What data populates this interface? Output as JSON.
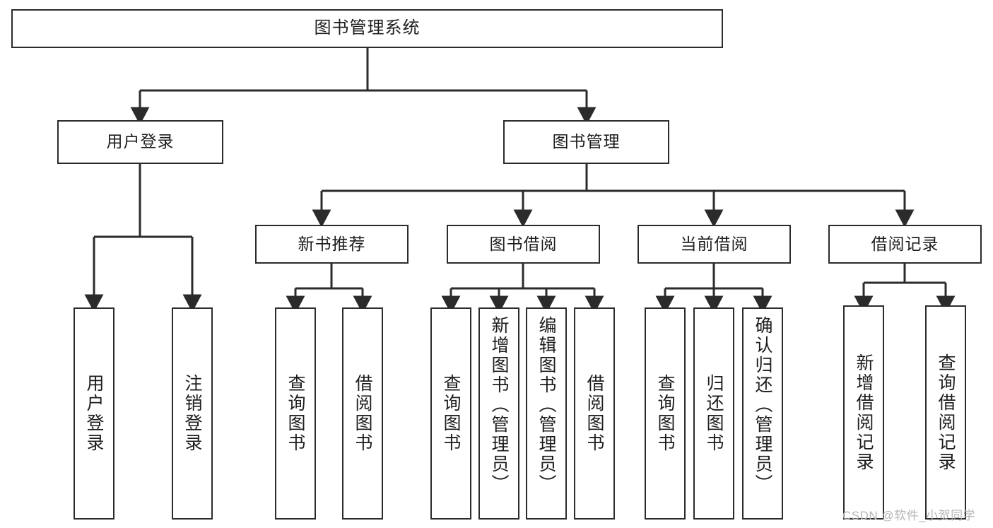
{
  "diagram": {
    "title": "图书管理系统",
    "type": "tree-hierarchy",
    "colors": {
      "stroke": "#2b2b2b",
      "fill": "#ffffff",
      "text": "#1d1d1d",
      "watermark": "#b6b6b6"
    },
    "nodes": {
      "root": {
        "label": "图书管理系统",
        "level": 1
      },
      "l2": [
        {
          "id": "user-login",
          "label": "用户登录"
        },
        {
          "id": "book-manage",
          "label": "图书管理"
        }
      ],
      "l3": [
        {
          "id": "new-book-recommend",
          "label": "新书推荐"
        },
        {
          "id": "book-borrow",
          "label": "图书借阅"
        },
        {
          "id": "current-borrow",
          "label": "当前借阅"
        },
        {
          "id": "borrow-record",
          "label": "借阅记录"
        }
      ],
      "leaves": {
        "user_login": [
          {
            "id": "leaf-user-login",
            "label": "用户登录"
          },
          {
            "id": "leaf-logout",
            "label": "注销登录"
          }
        ],
        "new_book_recommend": [
          {
            "id": "leaf-query-book-1",
            "label": "查询图书"
          },
          {
            "id": "leaf-borrow-book-1",
            "label": "借阅图书"
          }
        ],
        "book_borrow": [
          {
            "id": "leaf-query-book-2",
            "label": "查询图书"
          },
          {
            "id": "leaf-add-book",
            "label": "新增图书（管理员）"
          },
          {
            "id": "leaf-edit-book",
            "label": "编辑图书（管理员）"
          },
          {
            "id": "leaf-borrow-book-2",
            "label": "借阅图书"
          }
        ],
        "current_borrow": [
          {
            "id": "leaf-query-book-3",
            "label": "查询图书"
          },
          {
            "id": "leaf-return-book",
            "label": "归还图书"
          },
          {
            "id": "leaf-confirm-return",
            "label": "确认归还（管理员）"
          }
        ],
        "borrow_record": [
          {
            "id": "leaf-add-record",
            "label": "新增借阅记录"
          },
          {
            "id": "leaf-query-record",
            "label": "查询借阅记录"
          }
        ]
      }
    },
    "watermark": "CSDN @软件_小贺同学"
  }
}
